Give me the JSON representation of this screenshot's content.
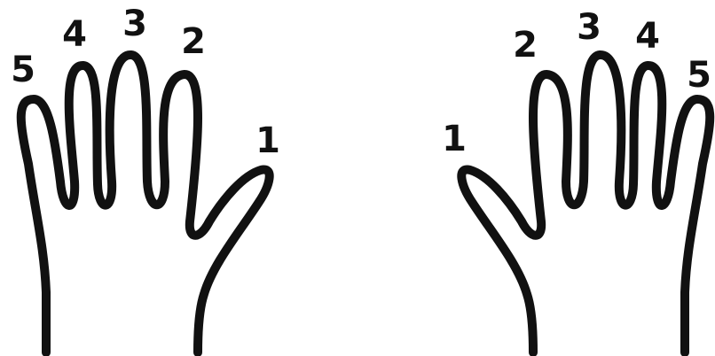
{
  "colors": {
    "background": "#ffffff",
    "outline": "#111111",
    "label": "#111111"
  },
  "left_hand": {
    "finger_labels": {
      "thumb": "1",
      "index": "2",
      "middle": "3",
      "ring": "4",
      "pinky": "5"
    }
  },
  "right_hand": {
    "finger_labels": {
      "thumb": "1",
      "index": "2",
      "middle": "3",
      "ring": "4",
      "pinky": "5"
    }
  }
}
